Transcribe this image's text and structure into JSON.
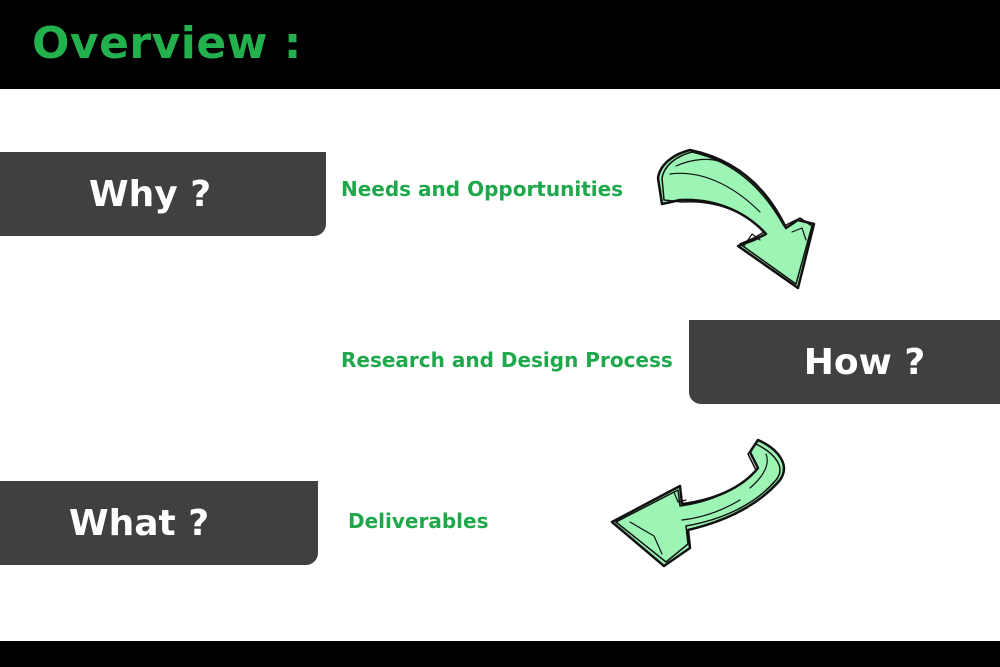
{
  "header": {
    "title": "Overview :"
  },
  "steps": [
    {
      "label": "Why ?",
      "caption": "Needs and Opportunities"
    },
    {
      "label": "How ?",
      "caption": "Research and Design Process"
    },
    {
      "label": "What ?",
      "caption": "Deliverables"
    }
  ],
  "arrows": [
    {
      "icon": "curved-arrow-down-right",
      "from": "Why ?",
      "to": "How ?"
    },
    {
      "icon": "curved-arrow-down-left",
      "from": "How ?",
      "to": "What ?"
    }
  ],
  "colors": {
    "header_bg": "#000000",
    "title_green": "#22b14c",
    "caption_green": "#1fa84b",
    "box_bg": "#404040",
    "box_text": "#ffffff",
    "arrow_fill": "#9cf5b4",
    "arrow_stroke": "#111111"
  }
}
